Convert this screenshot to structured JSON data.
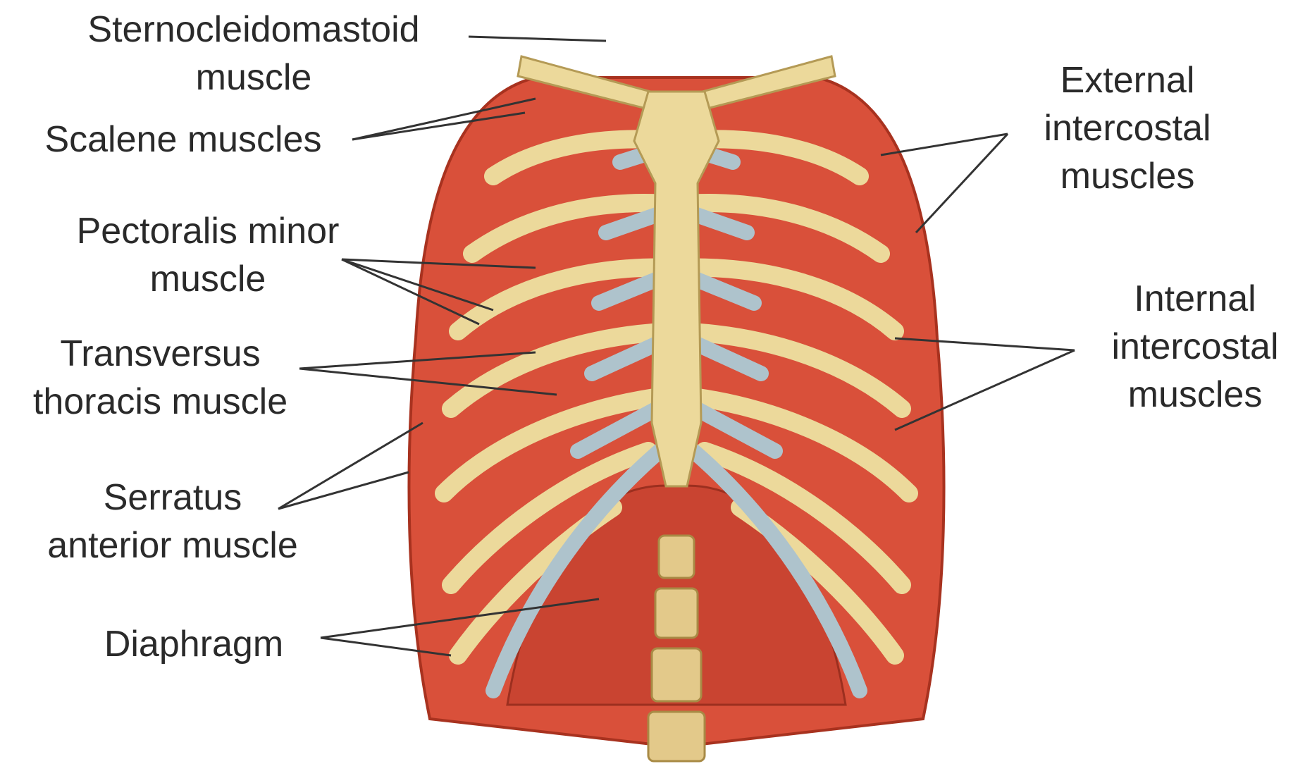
{
  "diagram": {
    "colors": {
      "muscle": "#d9503a",
      "muscle_dark": "#b83424",
      "bone": "#ecd99b",
      "cartilage": "#aec3cc",
      "leader": "#333333"
    },
    "labels": {
      "scm": {
        "line1": "Sternocleidomastoid",
        "line2": "muscle"
      },
      "scalene": {
        "line1": "Scalene muscles"
      },
      "pectoralis": {
        "line1": "Pectoralis minor",
        "line2": "muscle"
      },
      "transversus": {
        "line1": "Transversus",
        "line2": "thoracis muscle"
      },
      "serratus": {
        "line1": "Serratus",
        "line2": "anterior muscle"
      },
      "diaphragm": {
        "line1": "Diaphragm"
      },
      "external": {
        "line1": "External",
        "line2": "intercostal",
        "line3": "muscles"
      },
      "internal": {
        "line1": "Internal",
        "line2": "intercostal",
        "line3": "muscles"
      }
    }
  }
}
